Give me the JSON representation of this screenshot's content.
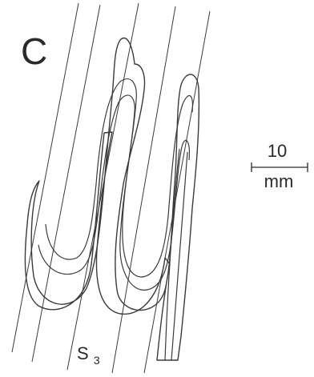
{
  "panel_label": "C",
  "foliation_label": {
    "main": "S",
    "subscript": "3"
  },
  "scale_bar": {
    "value": "10",
    "unit": "mm"
  }
}
